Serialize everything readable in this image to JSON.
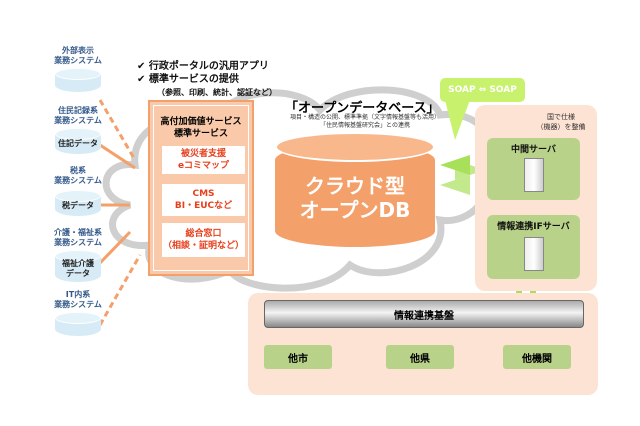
{
  "left_systems": [
    {
      "label": "外部表示\n業務システム",
      "data": ""
    },
    {
      "label": "住民記録系\n業務システム",
      "data": "住記データ"
    },
    {
      "label": "税系\n業務システム",
      "data": "税データ"
    },
    {
      "label": "介護・福祉系\n業務システム",
      "data": "福祉介護\nデータ"
    },
    {
      "label": "IT内系\n業務システム",
      "data": ""
    }
  ],
  "checklist": {
    "item1": "行政ポータルの汎用アプリ",
    "item2": "標準サービスの提供",
    "note": "（参照、印刷、統計、認証など）"
  },
  "services": {
    "title": "高付加価値サービス\n標準サービス",
    "boxes": [
      "被災者支援\neコミマップ",
      "CMS\nBI・EUCなど",
      "総合窓口\n（相談・証明など）"
    ]
  },
  "opendb": {
    "title": "「オープンデータベース」",
    "sub1": "項目・構造の公開、標準準拠（文字情報基盤等も活用）",
    "sub2": "「住民情報基盤研究会」との連携",
    "cylinder": "クラウド型\nオープンDB"
  },
  "soap": "SOAP ⇔ SOAP",
  "national": {
    "note": "国で仕様\n（機器）を整備",
    "server1": "中間サーバ",
    "server2": "情報連携IFサーバ"
  },
  "platform": {
    "bar": "情報連携基盤",
    "nodes": [
      "他市",
      "他県",
      "他機関"
    ]
  },
  "colors": {
    "orange": "#f4a06a",
    "peach": "#fde3d3",
    "green": "#b9d28a",
    "lime": "#c8f26e",
    "blue": "#d7ebf6"
  }
}
